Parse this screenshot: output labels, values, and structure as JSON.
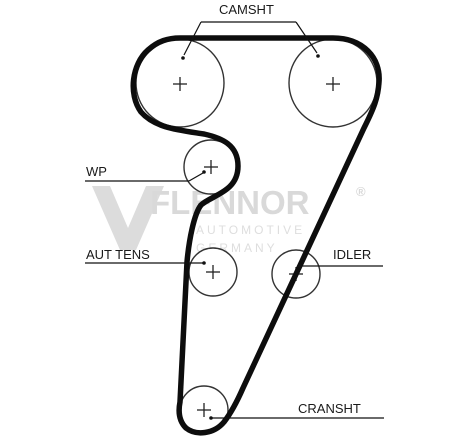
{
  "labels": {
    "camshaft": "CAMSHT",
    "water_pump": "WP",
    "auto_tensioner": "AUT TENS",
    "idler": "IDLER",
    "crankshaft": "CRANSHT"
  },
  "watermark": {
    "brand": "FLENNOR",
    "registered": "®",
    "line1": "AUTOMOTIVE",
    "line2": "GERMANY"
  },
  "colors": {
    "belt": "#0d0d0d",
    "watermark": "#d9d9d9"
  }
}
